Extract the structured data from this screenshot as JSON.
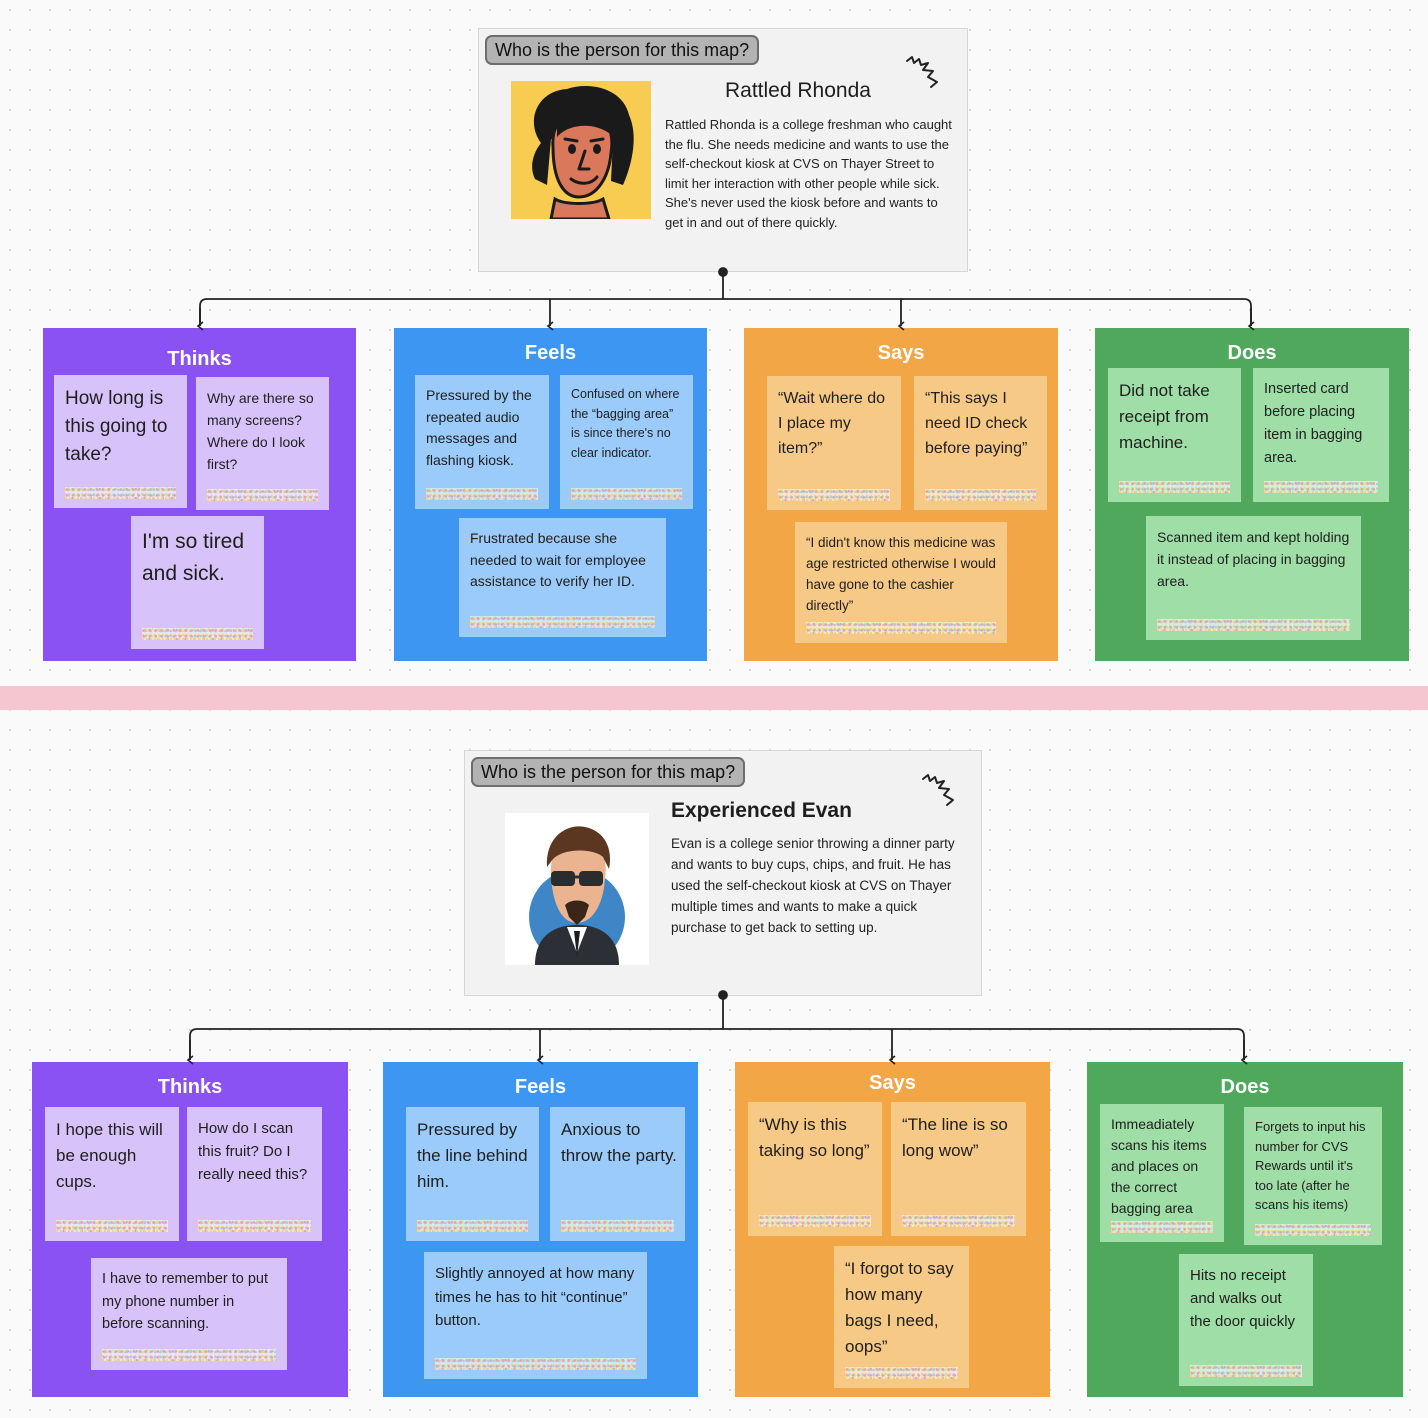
{
  "colors": {
    "thinks": "#8a52f2",
    "feels": "#3d97f2",
    "says": "#f2a646",
    "does": "#4fa85c",
    "divider": "#f5c6cf"
  },
  "maps": [
    {
      "persona": {
        "question": "Who is the person for this map?",
        "name": "Rattled Rhonda",
        "description": "Rattled Rhonda is a college freshman who caught the flu. She needs medicine and wants to use the self-checkout kiosk at CVS on Thayer Street to limit her interaction with other people while sick. She's never used the kiosk before and wants to get in and out of there quickly."
      },
      "thinks": {
        "title": "Thinks",
        "notes": [
          "How long is this going to take?",
          "Why are there so many screens? Where do I look first?",
          "I'm so tired and sick."
        ]
      },
      "feels": {
        "title": "Feels",
        "notes": [
          "Pressured by the repeated audio messages and flashing kiosk.",
          "Confused on where the “bagging area” is since there's no clear indicator.",
          "Frustrated because she needed to wait for employee assistance to verify her ID."
        ]
      },
      "says": {
        "title": "Says",
        "notes": [
          "“Wait where do I place my item?”",
          "“This says I need ID check before paying”",
          "“I didn't know this medicine was age restricted otherwise I would have gone to the cashier directly”"
        ]
      },
      "does": {
        "title": "Does",
        "notes": [
          "Did not take receipt from machine.",
          "Inserted card before placing item in bagging area.",
          "Scanned item and kept holding it instead of placing in bagging area."
        ]
      }
    },
    {
      "persona": {
        "question": "Who is the person for this map?",
        "name": "Experienced Evan",
        "description": "Evan is a college senior throwing a dinner party and wants to buy cups, chips, and fruit. He has used the self-checkout kiosk at CVS on Thayer multiple times and wants to make a quick purchase to get back to setting up."
      },
      "thinks": {
        "title": "Thinks",
        "notes": [
          "I hope this will be enough cups.",
          "How do I scan this fruit? Do I really need this?",
          "I have to remember to put my phone number in before scanning."
        ]
      },
      "feels": {
        "title": "Feels",
        "notes": [
          "Pressured by the line behind him.",
          "Anxious to throw the party.",
          "Slightly annoyed at how many times he has to hit “continue” button."
        ]
      },
      "says": {
        "title": "Says",
        "notes": [
          "“Why is this taking so long”",
          "“The line is so long wow”",
          "“I forgot to say how many bags I need, oops”"
        ]
      },
      "does": {
        "title": "Does",
        "notes": [
          "Immeadiately scans his items and places on the correct bagging area",
          "Forgets to input his number for CVS Rewards until it's too late (after he scans his items)",
          "Hits no receipt and walks out the door quickly"
        ]
      }
    }
  ]
}
